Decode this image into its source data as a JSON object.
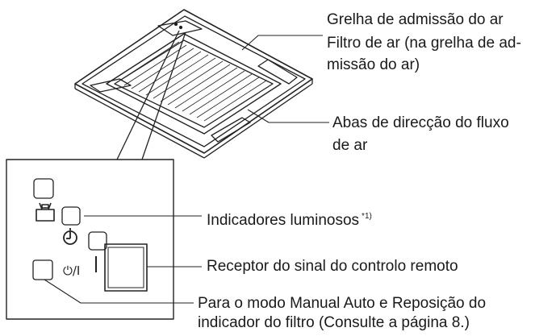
{
  "labels": {
    "intake_grille": "Grelha de admissão do ar",
    "air_filter_line1": "Filtro de ar (na grelha de ad-",
    "air_filter_line2": "missão do ar)",
    "flaps_line1": "Abas de direcção do fluxo",
    "flaps_line2": "de ar",
    "indicators": "Indicadores luminosos",
    "indicators_note": "*1)",
    "receiver": "Receptor do sinal do controlo remoto",
    "manual_line1": "Para o modo Manual Auto e Reposição do",
    "manual_line2": "indicador do filtro (Consulte a página 8.)"
  },
  "icons": {
    "filter_indicator": "filter-icon",
    "timer_indicator": "timer-icon",
    "power_button": "power-icon"
  },
  "button_labels": {
    "power": "⏻/Ι"
  }
}
